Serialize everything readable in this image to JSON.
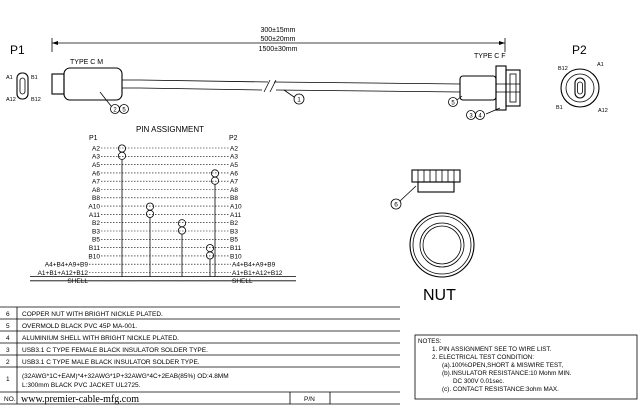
{
  "connectors": {
    "p1_label": "P1",
    "p2_label": "P2",
    "left_type": "TYPE C M",
    "right_type": "TYPE C F",
    "p1_pins": {
      "a1": "A1",
      "b1": "B1",
      "a12": "A12",
      "b12": "B12"
    },
    "p2_pins": {
      "b12": "B12",
      "a1": "A1",
      "b1": "B1",
      "a12": "A12"
    }
  },
  "dimensions": [
    "300±15mm",
    "500±20mm",
    "1500±30mm"
  ],
  "balloons": {
    "cable": "1",
    "p1_a": "2",
    "p1_b": "5",
    "p2_a": "5",
    "p2_b": "3",
    "p2_c": "4",
    "nut": "6"
  },
  "pin_assignment": {
    "title": "PIN ASSIGNMENT",
    "p1_header": "P1",
    "p2_header": "P2",
    "rows": [
      {
        "left": "A2",
        "right": "A2"
      },
      {
        "left": "A3",
        "right": "A3"
      },
      {
        "left": "A5",
        "right": "A5"
      },
      {
        "left": "A6",
        "right": "A6"
      },
      {
        "left": "A7",
        "right": "A7"
      },
      {
        "left": "A8",
        "right": "A8"
      },
      {
        "left": "B8",
        "right": "B8"
      },
      {
        "left": "A10",
        "right": "A10"
      },
      {
        "left": "A11",
        "right": "A11"
      },
      {
        "left": "B2",
        "right": "B2"
      },
      {
        "left": "B3",
        "right": "B3"
      },
      {
        "left": "B5",
        "right": "B5"
      },
      {
        "left": "B11",
        "right": "B11"
      },
      {
        "left": "B10",
        "right": "B10"
      },
      {
        "left": "A4+B4+A9+B9",
        "right": "A4+B4+A9+B9"
      },
      {
        "left": "A1+B1+A12+B12",
        "right": "A1+B1+A12+B12"
      },
      {
        "left": "SHELL",
        "right": "SHELL"
      }
    ]
  },
  "nut_label": "NUT",
  "bom": [
    {
      "no": "6",
      "desc": "COPPER  NUT WITH BRIGHT NICKLE PLATED."
    },
    {
      "no": "5",
      "desc": "OVERMOLD BLACK PVC 45P MA-001."
    },
    {
      "no": "4",
      "desc": "ALUMINIUM  SHELL WITH BRIGHT NICKLE PLATED."
    },
    {
      "no": "3",
      "desc": "USB3.1 C TYPE FEMALE BLACK INSULATOR SOLDER TYPE."
    },
    {
      "no": "2",
      "desc": "USB3.1 C TYPE MALE BLACK INSULATOR SOLDER TYPE."
    },
    {
      "no": "1",
      "desc": "(32AWG*1C+EAM)*4+32AWG*1P+32AWG*4C+2EAB(85%)  OD:4.8MM",
      "desc2": "L:300mm  BLACK PVC JACKET UL2725."
    }
  ],
  "bom_footer": {
    "no": "NO.",
    "site": "www.premier-cable-mfg.com",
    "pn": "P/N"
  },
  "notes": [
    "NOTES:",
    "1. PIN ASSIGNMENT SEE TO WIRE LIST.",
    "2. ELECTRICAL TEST CONDITION:",
    "(a).100%OPEN,SHORT & MISWIRE TEST,",
    "(b).INSULATOR RESISTANCE:10 Mohm MIN.",
    "DC 300V 0.01sec.",
    "(c). CONTACT RESISTANCE:3ohm MAX."
  ]
}
